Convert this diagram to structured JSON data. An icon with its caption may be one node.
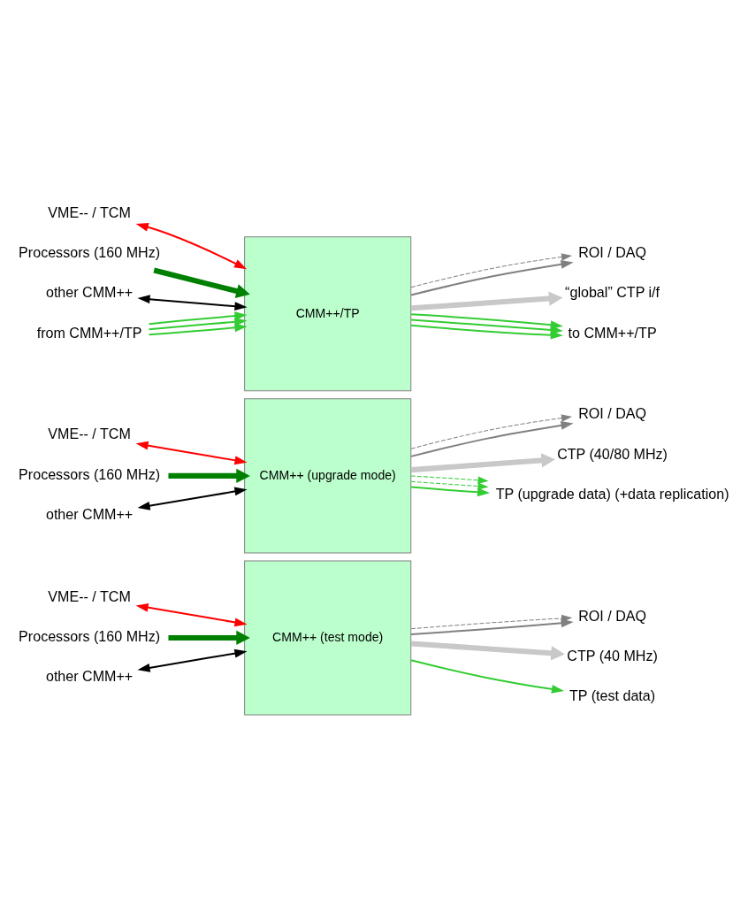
{
  "diagram": {
    "nodes": [
      {
        "text": [
          "VME-- / TCM"
        ]
      },
      {
        "text": [
          "Processors (160 MHz)"
        ]
      },
      {
        "text": [
          "other CMM++"
        ]
      },
      {
        "text": [
          "CMM++ (test mode)"
        ]
      },
      {
        "text": [
          "ROI / DAQ"
        ]
      },
      {
        "text": [
          "CTP (40 MHz)"
        ]
      },
      {
        "text": [
          "TP (test data)"
        ]
      },
      {
        "text": [
          "VME-- / TCM"
        ]
      },
      {
        "text": [
          "Processors (160 MHz)"
        ]
      },
      {
        "text": [
          "other CMM++"
        ]
      },
      {
        "text": [
          "CMM++ (upgrade mode)"
        ]
      },
      {
        "text": [
          "ROI / DAQ"
        ]
      },
      {
        "text": [
          "CTP (40/80 MHz)"
        ]
      },
      {
        "text": [
          "TP (upgrade data) (+data replication)"
        ]
      },
      {
        "text": [
          "VME-- / TCM"
        ]
      },
      {
        "text": [
          "Processors (160 MHz)"
        ]
      },
      {
        "text": [
          "other CMM++"
        ]
      },
      {
        "text": [
          "CMM++/TP"
        ]
      },
      {
        "text": [
          "ROI / DAQ"
        ]
      },
      {
        "text": [
          "“global” CTP i/f"
        ]
      },
      {
        "text": [
          "to CMM++/TP"
        ]
      },
      {
        "text": [
          "from CMM++/TP"
        ]
      }
    ],
    "edges": [
      {
        "from": 0,
        "to": 3,
        "arrow": "both",
        "color": "#ff0000"
      },
      {
        "from": 1,
        "to": 3,
        "arrow": "to",
        "style": "thick",
        "color": "#008000"
      },
      {
        "from": 2,
        "to": 3,
        "arrow": "both",
        "color": "#000000"
      },
      {
        "from": 3,
        "to": 4,
        "arrow": "to",
        "color": "#808080"
      },
      {
        "from": 3,
        "to": 4,
        "arrow": "to",
        "style": "dashed",
        "color": "#808080"
      },
      {
        "from": 3,
        "to": 5,
        "arrow": "to",
        "style": "thick",
        "color": "#c8c8c8"
      },
      {
        "from": 3,
        "to": 6,
        "arrow": "to",
        "color": "#33cc33"
      },
      {
        "from": 7,
        "to": 10,
        "arrow": "both",
        "color": "#ff0000"
      },
      {
        "from": 8,
        "to": 10,
        "arrow": "to",
        "style": "thick",
        "color": "#008000"
      },
      {
        "from": 9,
        "to": 10,
        "arrow": "both",
        "color": "#000000"
      },
      {
        "from": 10,
        "to": 11,
        "arrow": "to",
        "color": "#808080"
      },
      {
        "from": 10,
        "to": 11,
        "arrow": "to",
        "style": "dashed",
        "color": "#808080"
      },
      {
        "from": 10,
        "to": 12,
        "arrow": "to",
        "style": "thick",
        "color": "#c8c8c8"
      },
      {
        "from": 10,
        "to": 13,
        "arrow": "to",
        "color": "#33cc33"
      },
      {
        "from": 10,
        "to": 13,
        "arrow": "to",
        "style": "dashed",
        "color": "#33cc33"
      },
      {
        "from": 10,
        "to": 13,
        "arrow": "to",
        "style": "dashed",
        "color": "#33cc33"
      },
      {
        "from": 14,
        "to": 17,
        "arrow": "both",
        "color": "#ff0000"
      },
      {
        "from": 15,
        "to": 17,
        "arrow": "to",
        "style": "thick",
        "color": "#008000"
      },
      {
        "from": 16,
        "to": 17,
        "arrow": "both",
        "color": "#000000"
      },
      {
        "from": 17,
        "to": 18,
        "arrow": "to",
        "color": "#808080"
      },
      {
        "from": 17,
        "to": 18,
        "arrow": "to",
        "style": "dashed",
        "color": "#808080"
      },
      {
        "from": 17,
        "to": 19,
        "arrow": "to",
        "style": "thick",
        "color": "#c8c8c8"
      },
      {
        "from": 17,
        "to": 20,
        "arrow": "to",
        "color": "#33cc33"
      },
      {
        "from": 17,
        "to": 20,
        "arrow": "to",
        "color": "#33cc33"
      },
      {
        "from": 17,
        "to": 20,
        "arrow": "to",
        "color": "#33cc33"
      },
      {
        "from": 21,
        "to": 17,
        "arrow": "to",
        "color": "#33cc33"
      },
      {
        "from": 21,
        "to": 17,
        "arrow": "to",
        "color": "#33cc33"
      },
      {
        "from": 21,
        "to": 17,
        "arrow": "to",
        "color": "#33cc33"
      }
    ]
  }
}
